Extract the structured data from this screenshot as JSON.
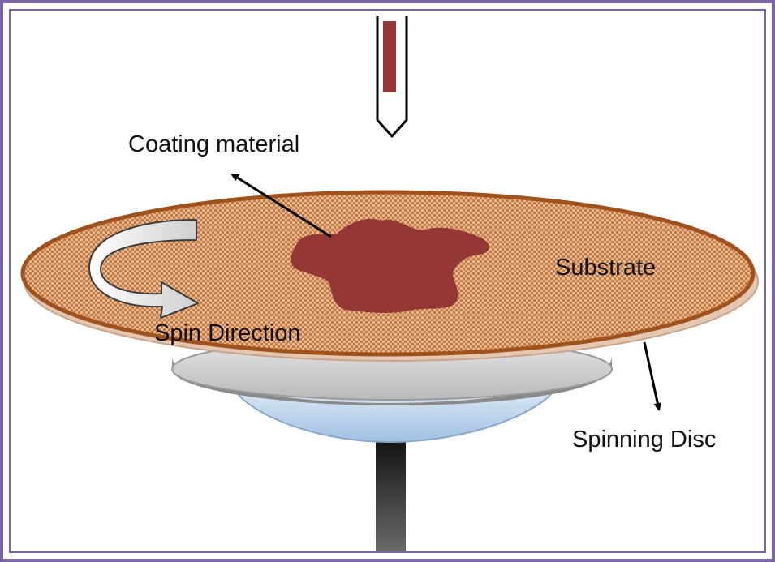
{
  "labels": {
    "coating_material": "Coating material",
    "substrate": "Substrate",
    "spin_direction": "Spin Direction",
    "spinning_disc": "Spinning Disc"
  },
  "colors": {
    "frame": "#7b64a3",
    "substrate_fill": "#e8b48a",
    "substrate_dots": "#b7682d",
    "substrate_rim": "#a0521d",
    "coating": "#953737",
    "disc_top": "#d0d0d0",
    "base_blue": "#b9d2ec",
    "shaft": "#222222"
  }
}
